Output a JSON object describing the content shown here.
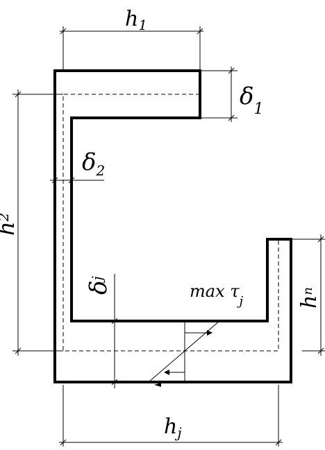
{
  "diagram": {
    "labels": {
      "h1": {
        "main": "h",
        "sub": "1"
      },
      "delta1": {
        "main": "δ",
        "sub": "1"
      },
      "delta2": {
        "main": "δ",
        "sub": "2"
      },
      "h2": {
        "main": "h",
        "sub": "2"
      },
      "deltaj": {
        "main": "δ",
        "sub": "j"
      },
      "maxtau": {
        "main": "max τ",
        "sub": "j"
      },
      "hn": {
        "main": "h",
        "sub": "n"
      },
      "hj": {
        "main": "h",
        "sub": "j"
      }
    },
    "colors": {
      "ink": "#000000",
      "background": "#ffffff"
    }
  }
}
